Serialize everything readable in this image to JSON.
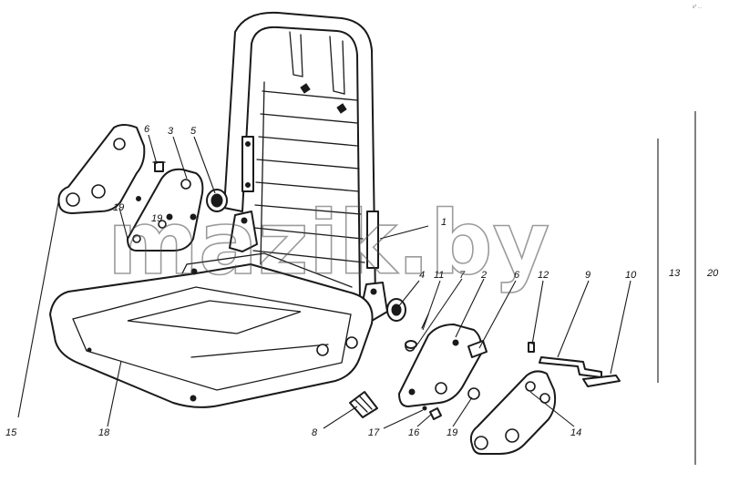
{
  "watermark": "mazik.by",
  "corner_note": "s* ...",
  "callouts": [
    "1",
    "2",
    "3",
    "4",
    "5",
    "6",
    "6",
    "7",
    "8",
    "9",
    "10",
    "11",
    "12",
    "13",
    "14",
    "15",
    "16",
    "17",
    "18",
    "19",
    "19",
    "19",
    "20"
  ],
  "colors": {
    "line": "#1a1a1a",
    "background": "#ffffff",
    "watermark": "#4a4a4a"
  }
}
